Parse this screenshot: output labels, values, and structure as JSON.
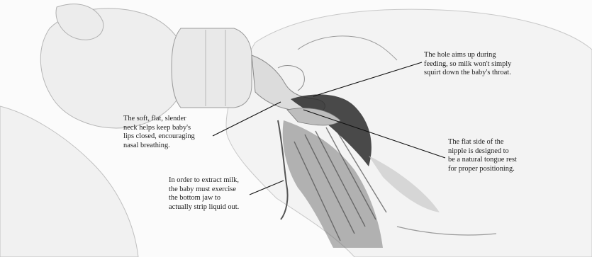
{
  "callouts": {
    "hole_aims_up": "The hole aims up during\nfeeding, so milk won't simply\nsquirt down the baby's throat.",
    "soft_neck": "The soft, flat, slender\nneck helps keep baby's\nlips closed, encouraging\nnasal breathing.",
    "flat_side": "The flat side of the\nnipple is designed to\nbe a natural tongue rest\nfor proper positioning.",
    "jaw_exercise": "In order to extract milk,\nthe baby must exercise\nthe bottom jaw to\nactually strip liquid out."
  },
  "colors": {
    "sketch_line": "#8c8c8c",
    "muscle_dark": "#4a4a4a",
    "cavity": "#1a1a1a",
    "callout_text": "#1e1e1e"
  }
}
